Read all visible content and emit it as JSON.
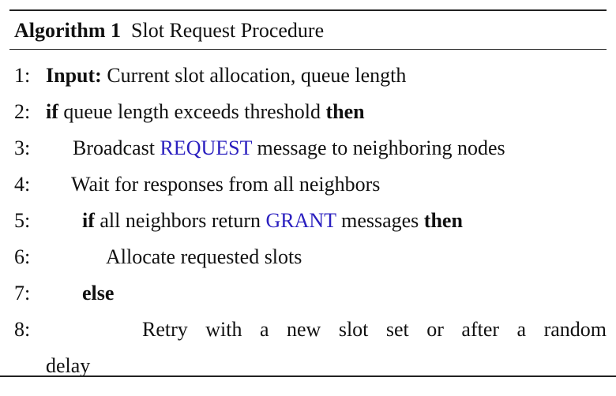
{
  "algorithm": {
    "label": "Algorithm 1",
    "title": "Slot Request Procedure",
    "lines": {
      "l1": {
        "num": "1:",
        "kw": "Input:",
        "text": "Current slot allocation, queue length"
      },
      "l2": {
        "num": "2:",
        "kw_if": "if",
        "text": "queue length exceeds threshold",
        "kw_then": "then"
      },
      "l3": {
        "num": "3:",
        "pre": "Broadcast",
        "highlight": "REQUEST",
        "post": "message to neighboring nodes"
      },
      "l4": {
        "num": "4:",
        "text": "Wait for responses from all neighbors"
      },
      "l5": {
        "num": "5:",
        "kw_if": "if",
        "pre": "all neighbors return",
        "highlight": "GRANT",
        "post": "messages",
        "kw_then": "then"
      },
      "l6": {
        "num": "6:",
        "text": "Allocate requested slots"
      },
      "l7": {
        "num": "7:",
        "kw": "else"
      },
      "l8": {
        "num": "8:",
        "text": "Retry with a new slot set or after a random",
        "cont": "delay"
      }
    }
  }
}
